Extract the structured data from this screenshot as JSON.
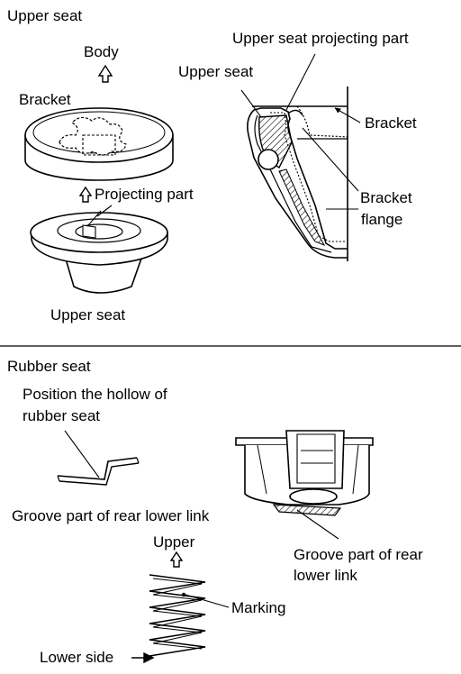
{
  "upper_section": {
    "heading": "Upper seat",
    "body_label": "Body",
    "bracket_label": "Bracket",
    "projecting_part_label": "Projecting part",
    "upper_seat_bottom_label": "Upper seat",
    "upper_seat_projecting_part_label": "Upper seat projecting part",
    "upper_seat_section_label": "Upper seat",
    "bracket_section_label": "Bracket",
    "bracket_flange_label_line1": "Bracket",
    "bracket_flange_label_line2": "flange"
  },
  "lower_section": {
    "heading": "Rubber seat",
    "position_hollow_line1": "Position the hollow of",
    "position_hollow_line2": "rubber seat",
    "groove_left_label": "Groove part of rear lower link",
    "groove_right_line1": "Groove part of rear",
    "groove_right_line2": "lower link",
    "upper_label": "Upper",
    "marking_label": "Marking",
    "lower_side_label": "Lower side"
  },
  "icons": [
    "up-arrow-icon",
    "leader-arrow-icon"
  ],
  "colors": {
    "ink": "#000000",
    "background": "#ffffff"
  }
}
